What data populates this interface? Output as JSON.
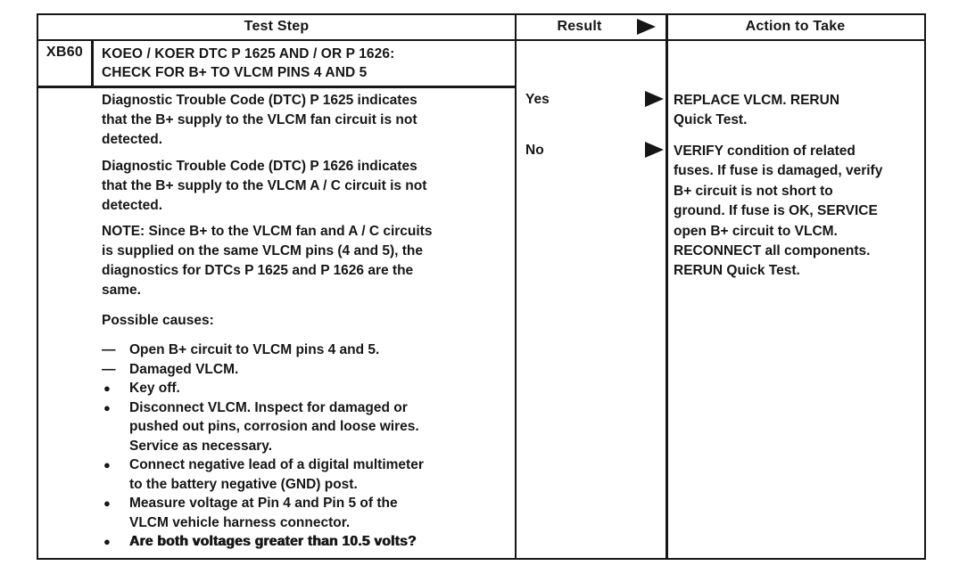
{
  "colors": {
    "ink": "#161616",
    "paper": "#ffffff"
  },
  "markers": {
    "dash": "—",
    "bullet": "●"
  },
  "header": {
    "test_step": "Test Step",
    "result": "Result",
    "action": "Action to Take"
  },
  "step": {
    "id": "XB60",
    "title": "KOEO / KOER DTC P 1625 AND / OR P 1626:\nCHECK FOR B+ TO VLCM PINS 4 AND 5",
    "paragraphs": [
      "Diagnostic Trouble Code (DTC) P 1625 indicates\nthat the B+ supply to the VLCM fan circuit is not\ndetected.",
      "Diagnostic Trouble Code (DTC) P 1626 indicates\nthat the B+ supply to the VLCM A / C circuit is not\ndetected.",
      "NOTE: Since B+ to the VLCM fan and A / C circuits\nis supplied on the same VLCM pins (4 and 5), the\ndiagnostics for DTCs P 1625 and P 1626 are the\nsame.",
      "Possible causes:"
    ],
    "dash_items": [
      "Open B+ circuit to VLCM pins 4 and 5.",
      "Damaged VLCM."
    ],
    "bullet_items": [
      "Key off.",
      "Disconnect VLCM. Inspect for damaged or\npushed out pins, corrosion and loose wires.\nService as necessary.",
      "Connect negative lead of a digital multimeter\nto the battery negative (GND) post.",
      "Measure voltage at Pin 4 and Pin 5 of the\nVLCM vehicle harness connector.",
      "Are both voltages greater than 10.5 volts?"
    ]
  },
  "results": [
    {
      "label": "Yes",
      "action": "REPLACE VLCM. RERUN\nQuick Test."
    },
    {
      "label": "No",
      "action": "VERIFY condition of related\nfuses. If fuse is damaged, verify\nB+ circuit is not short to\nground. If fuse is OK, SERVICE\nopen B+ circuit to VLCM.\nRECONNECT all components.\nRERUN Quick Test."
    }
  ]
}
